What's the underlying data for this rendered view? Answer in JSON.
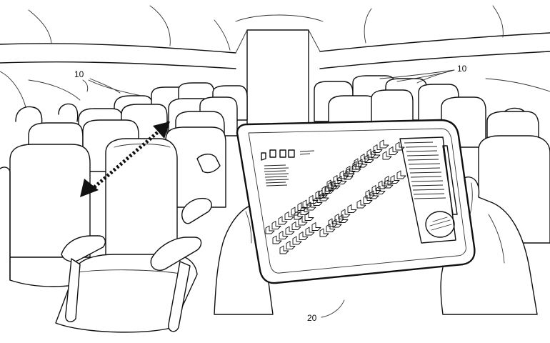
{
  "figure": {
    "reference_labels": {
      "seats_left": "10",
      "seats_right": "10",
      "tablet": "20"
    }
  }
}
